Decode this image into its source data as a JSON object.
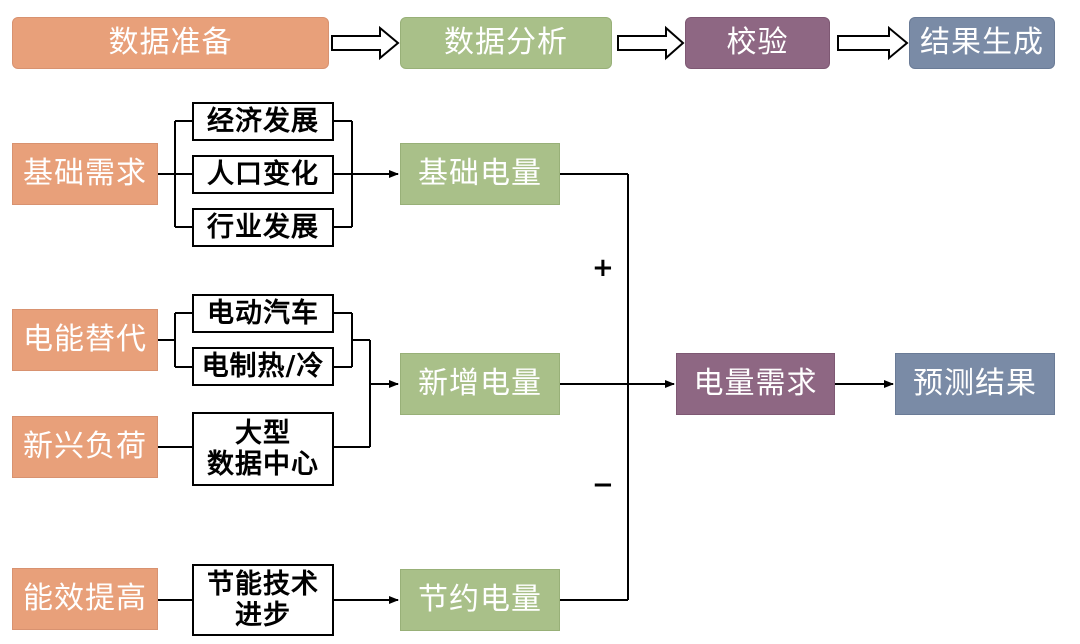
{
  "process": {
    "steps": [
      "数据准备",
      "数据分析",
      "校验",
      "结果生成"
    ]
  },
  "drivers": {
    "base_demand": "基础需求",
    "electric_substitution": "电能替代",
    "emerging_load": "新兴负荷",
    "efficiency": "能效提高"
  },
  "factors": {
    "economic": "经济发展",
    "population": "人口变化",
    "industry": "行业发展",
    "ev": "电动汽车",
    "electric_heat_cool": "电制热/冷",
    "datacenter_line1": "大型",
    "datacenter_line2": "数据中心",
    "tech_line1": "节能技术",
    "tech_line2": "进步"
  },
  "quantities": {
    "base": "基础电量",
    "new": "新增电量",
    "saved": "节约电量",
    "demand": "电量需求",
    "result": "预测结果"
  },
  "signs": {
    "plus": "+",
    "minus": "−"
  },
  "colors": {
    "orange": "#E8A07A",
    "green": "#A9C089",
    "purple": "#8E6783",
    "slate": "#7A8BA6"
  }
}
